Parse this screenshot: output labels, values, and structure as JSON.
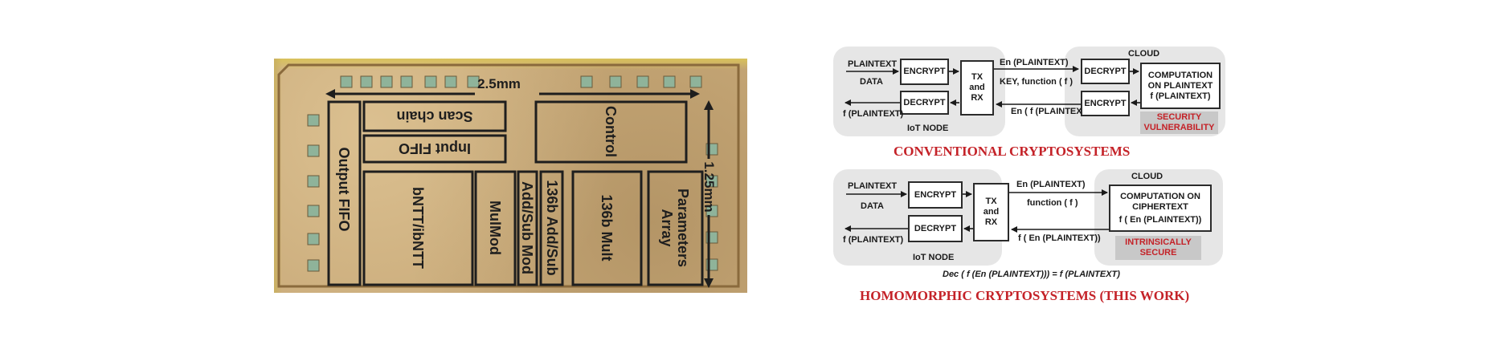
{
  "chip": {
    "width_label": "2.5mm",
    "height_label": "1.25mm",
    "blocks": {
      "scan_chain": "Scan chain",
      "input_fifo": "Input FIFO",
      "control": "Control",
      "output_fifo": "Output FIFO",
      "bntt": "bNTT/ibNTT",
      "mulmod": "MulMod",
      "addsub_mod": "Add/Sub Mod",
      "addsub_136": "136b Add/Sub",
      "mult_136": "136b Mult",
      "params": "Parameters Array"
    }
  },
  "conventional": {
    "title": "CONVENTIONAL CRYPTOSYSTEMS",
    "input_line1": "PLAINTEXT",
    "input_line2": "DATA",
    "encrypt": "ENCRYPT",
    "decrypt": "DECRYPT",
    "txrx_line1": "TX",
    "txrx_line2": "and",
    "txrx_line3": "RX",
    "output_label": "f (PLAINTEXT)",
    "node_label": "IoT NODE",
    "link_top": "En (PLAINTEXT)",
    "link_mid": "KEY, function ( f )",
    "link_bottom": "En ( f (PLAINTEXT))",
    "cloud_label": "CLOUD",
    "cloud_decrypt": "DECRYPT",
    "cloud_encrypt": "ENCRYPT",
    "comp_line1": "COMPUTATION",
    "comp_line2": "ON PLAINTEXT",
    "comp_line3": "f (PLAINTEXT)",
    "warning_line1": "SECURITY",
    "warning_line2": "VULNERABILITY"
  },
  "homomorphic": {
    "title": "HOMOMORPHIC CRYPTOSYSTEMS (THIS WORK)",
    "input_line1": "PLAINTEXT",
    "input_line2": "DATA",
    "encrypt": "ENCRYPT",
    "decrypt": "DECRYPT",
    "txrx_line1": "TX",
    "txrx_line2": "and",
    "txrx_line3": "RX",
    "output_label": "f (PLAINTEXT)",
    "node_label": "IoT NODE",
    "link_top": "En (PLAINTEXT)",
    "link_mid": "function ( f )",
    "link_bottom": "f ( En (PLAINTEXT))",
    "cloud_label": "CLOUD",
    "comp_line1": "COMPUTATION ON",
    "comp_line2": "CIPHERTEXT",
    "comp_line3": "f ( En (PLAINTEXT))",
    "secure_line1": "INTRINSICALLY",
    "secure_line2": "SECURE",
    "equation": "Dec ( f (En (PLAINTEXT))) = f (PLAINTEXT)"
  }
}
